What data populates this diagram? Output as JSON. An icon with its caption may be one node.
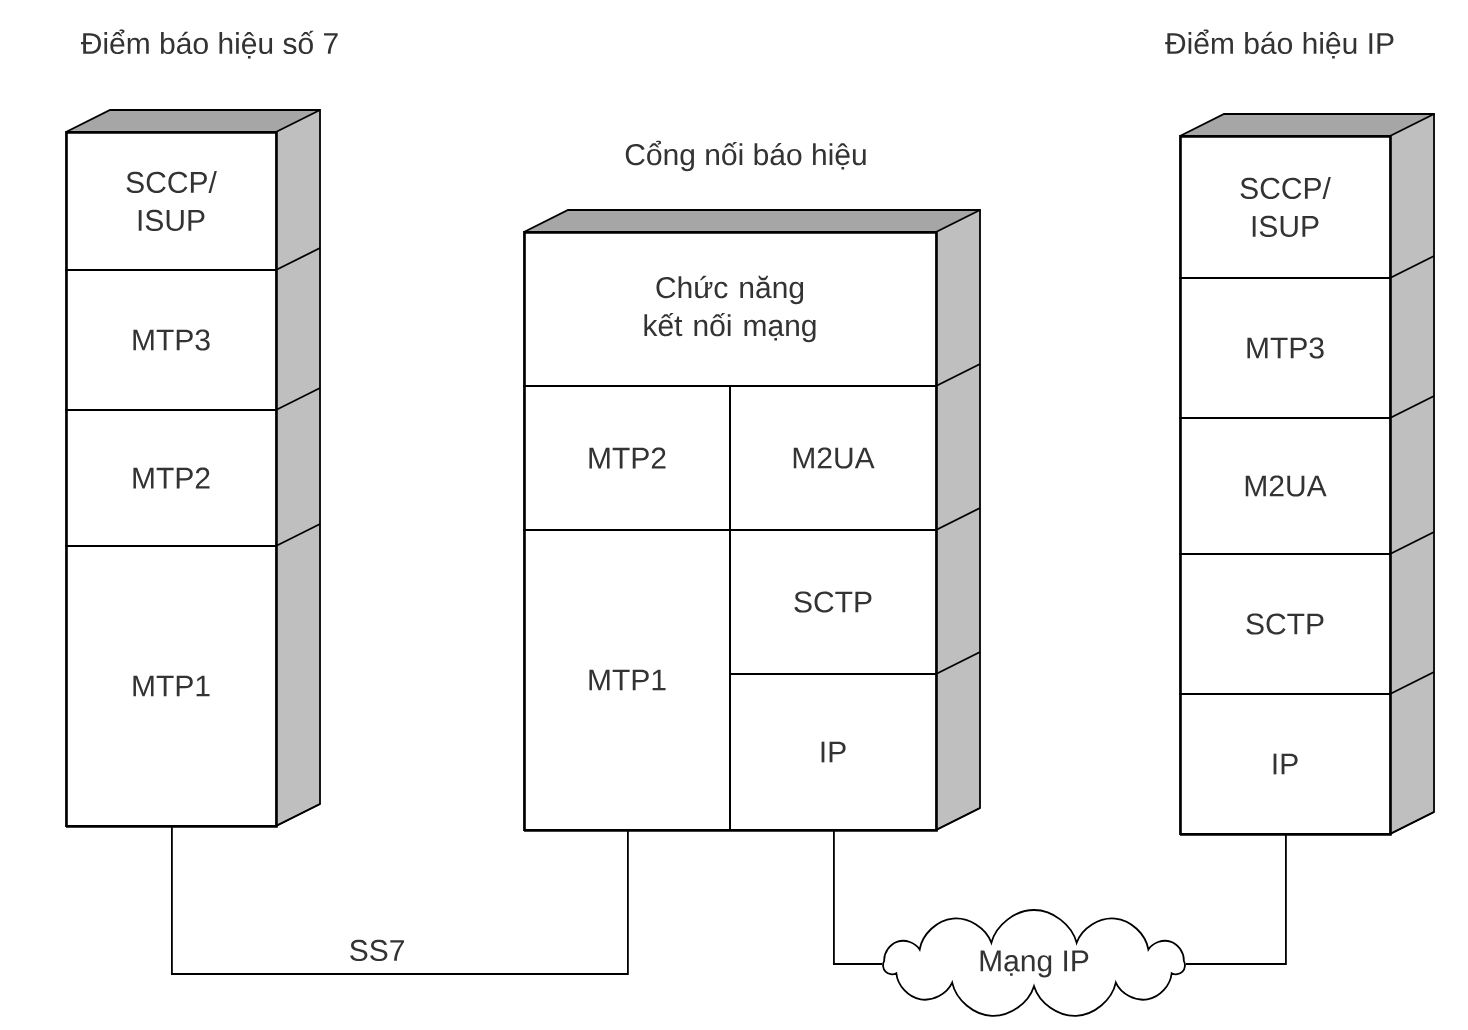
{
  "diagram": {
    "nodes": [
      {
        "text": [
          "Điểm báo hiệu số 7"
        ]
      },
      {
        "text": [
          "SCCP/ ISUP"
        ],
        "in": 0
      },
      {
        "text": [
          "MTP3"
        ],
        "in": 0
      },
      {
        "text": [
          "MTP2"
        ],
        "in": 0
      },
      {
        "text": [
          "MTP1"
        ],
        "in": 0
      },
      {
        "text": [
          "Cổng nối báo hiệu"
        ]
      },
      {
        "text": [
          "Chức năng kết nối mạng"
        ],
        "in": 5
      },
      {
        "text": [
          "MTP2"
        ],
        "in": 5
      },
      {
        "text": [
          "M2UA"
        ],
        "in": 5
      },
      {
        "text": [
          "MTP1"
        ],
        "in": 5
      },
      {
        "text": [
          "SCTP"
        ],
        "in": 5
      },
      {
        "text": [
          "IP"
        ],
        "in": 5
      },
      {
        "text": [
          "Điểm báo hiệu IP"
        ]
      },
      {
        "text": [
          "SCCP/ ISUP"
        ],
        "in": 12
      },
      {
        "text": [
          "MTP3"
        ],
        "in": 12
      },
      {
        "text": [
          "M2UA"
        ],
        "in": 12
      },
      {
        "text": [
          "SCTP"
        ],
        "in": 12
      },
      {
        "text": [
          "IP"
        ],
        "in": 12
      },
      {
        "text": [
          "Mạng IP"
        ]
      }
    ],
    "edges": [
      {
        "from": 4,
        "to": 9,
        "arrow": "none",
        "label": "SS7"
      },
      {
        "from": 11,
        "to": 18,
        "arrow": "none"
      },
      {
        "from": 18,
        "to": 17,
        "arrow": "none"
      }
    ]
  }
}
